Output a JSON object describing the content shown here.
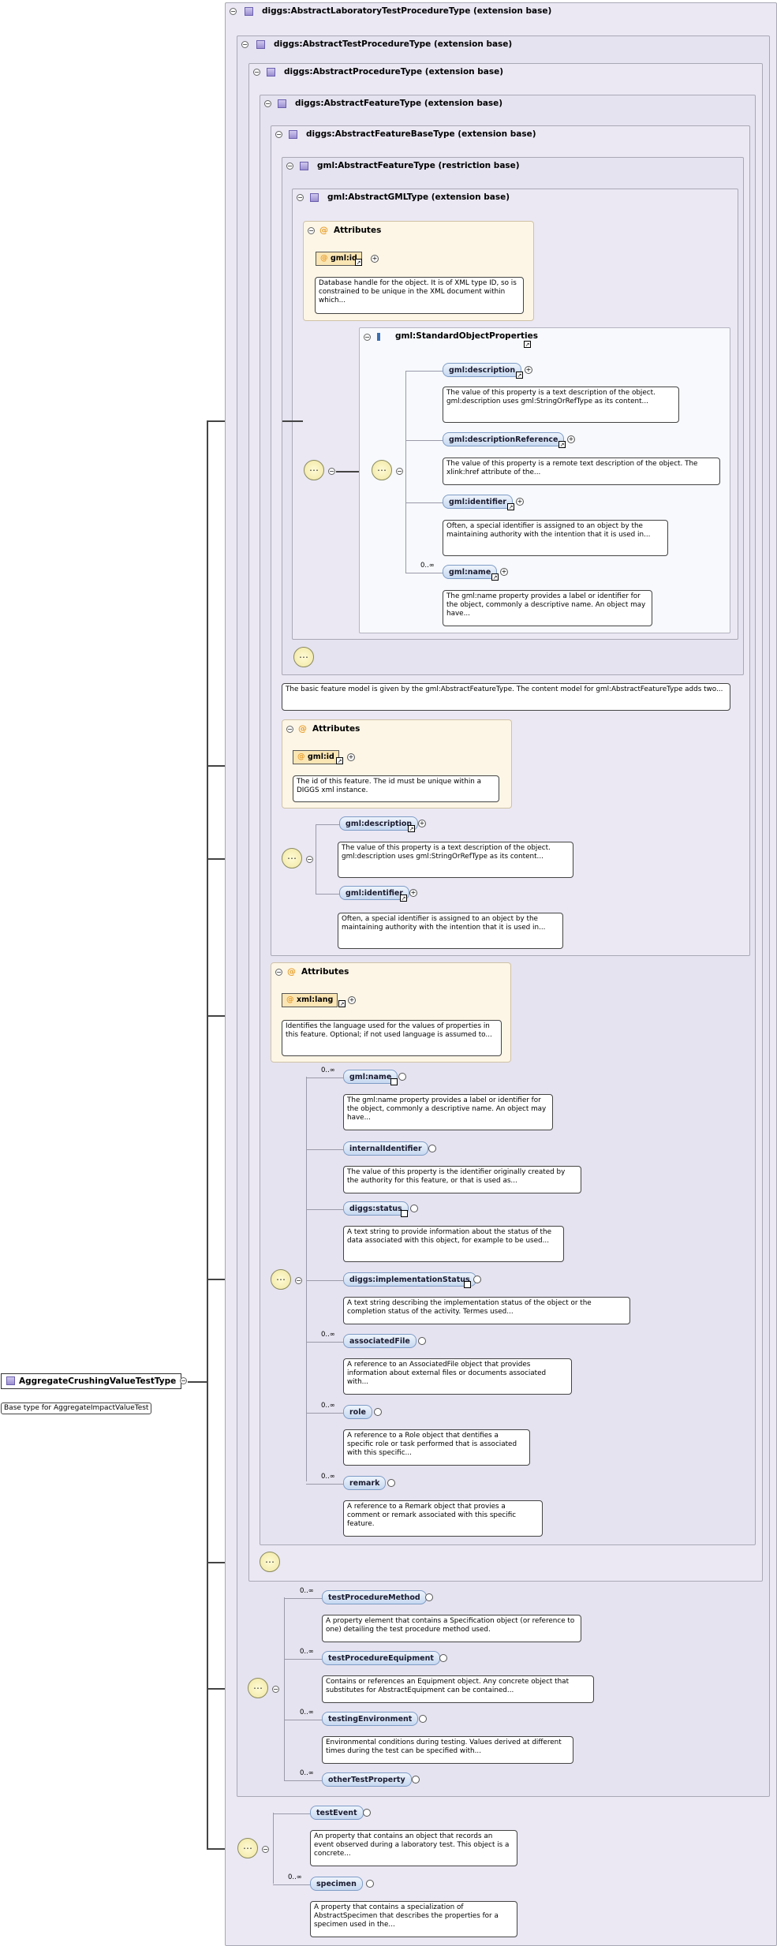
{
  "root": {
    "name": "AggregateCrushingValueTestType",
    "desc": "Base type for AggregateImpactValueTest"
  },
  "types": [
    "diggs:AbstractLaboratoryTestProcedureType (extension base)",
    "diggs:AbstractTestProcedureType (extension base)",
    "diggs:AbstractProcedureType (extension base)",
    "diggs:AbstractFeatureType (extension base)",
    "diggs:AbstractFeatureBaseType (extension base)",
    "gml:AbstractFeatureType (restriction base)",
    "gml:AbstractGMLType (extension base)"
  ],
  "attributes_label": "Attributes",
  "gml_attrs": {
    "name": "gml:id",
    "desc": "Database handle for the object. It is of XML type ID, so is constrained to be unique in the XML document within which..."
  },
  "std_group": "gml:StandardObjectProperties",
  "std_elems": [
    {
      "name": "gml:description",
      "desc": "The value of this property is a text description of the object. gml:description uses gml:StringOrRefType as its content..."
    },
    {
      "name": "gml:descriptionReference",
      "desc": "The value of this property is a remote text description of the object. The xlink:href attribute of the..."
    },
    {
      "name": "gml:identifier",
      "desc": "Often, a special identifier is assigned to an object by the maintaining authority with the intention that it is used in..."
    },
    {
      "name": "gml:name",
      "card": "0..∞",
      "desc": "The gml:name property provides a label or identifier for the object, commonly a descriptive name. An object may have..."
    }
  ],
  "feature_desc": "The basic feature model is given by the gml:AbstractFeatureType. The content model for gml:AbstractFeatureType adds two...",
  "base_attr": {
    "name": "gml:id",
    "desc": "The id of this feature. The id must be unique within a DIGGS xml instance."
  },
  "base_elems": [
    {
      "name": "gml:description",
      "desc": "The value of this property is a text description of the object. gml:description uses gml:StringOrRefType as its content..."
    },
    {
      "name": "gml:identifier",
      "desc": "Often, a special identifier is assigned to an object by the maintaining authority with the intention that it is used in..."
    }
  ],
  "lang_attr": {
    "name": "xml:lang",
    "desc": "Identifies the language used for the values of properties in this feature. Optional; if not used language is assumed to..."
  },
  "feature_elems": [
    {
      "name": "gml:name",
      "card": "0..∞",
      "desc": "The gml:name property provides a label or identifier for the object, commonly a descriptive name. An object may have..."
    },
    {
      "name": "internalIdentifier",
      "card": "",
      "desc": "The value of this property is the identifier originally created by the authority for this feature, or that is used as..."
    },
    {
      "name": "diggs:status",
      "card": "",
      "desc": "A text string to provide information about the status of the data associated with this object, for example to be used..."
    },
    {
      "name": "diggs:implementationStatus",
      "card": "",
      "desc": "A text string describing the implementation status of the object or the completion status of the activity. Termes used..."
    },
    {
      "name": "associatedFile",
      "card": "0..∞",
      "desc": "A reference to an AssociatedFile object that provides information about external files or documents associated with..."
    },
    {
      "name": "role",
      "card": "0..∞",
      "desc": "A reference to a Role object that dentifies a specific role or task performed that is associated with this specific..."
    },
    {
      "name": "remark",
      "card": "0..∞",
      "desc": "A reference to a Remark object that provies a comment or remark associated with this specific feature."
    }
  ],
  "test_elems": [
    {
      "name": "testProcedureMethod",
      "card": "0..∞",
      "desc": "A property element that contains a Specification object (or reference to one) detailing the test procedure method used."
    },
    {
      "name": "testProcedureEquipment",
      "card": "0..∞",
      "desc": "Contains or references an Equipment object. Any concrete object that substitutes for AbstractEquipment can be contained..."
    },
    {
      "name": "testingEnvironment",
      "card": "0..∞",
      "desc": "Environmental conditions during testing. Values derived at different times during the test can be specified with..."
    },
    {
      "name": "otherTestProperty",
      "card": "0..∞",
      "desc": ""
    }
  ],
  "lab_elems": [
    {
      "name": "testEvent",
      "card": "",
      "desc": "An property that contains an object that records an event observed during a laboratory test. This object is a concrete..."
    },
    {
      "name": "specimen",
      "card": "0..∞",
      "desc": "A property that contains a specialization of AbstractSpecimen that describes the properties for a specimen used in the..."
    }
  ]
}
